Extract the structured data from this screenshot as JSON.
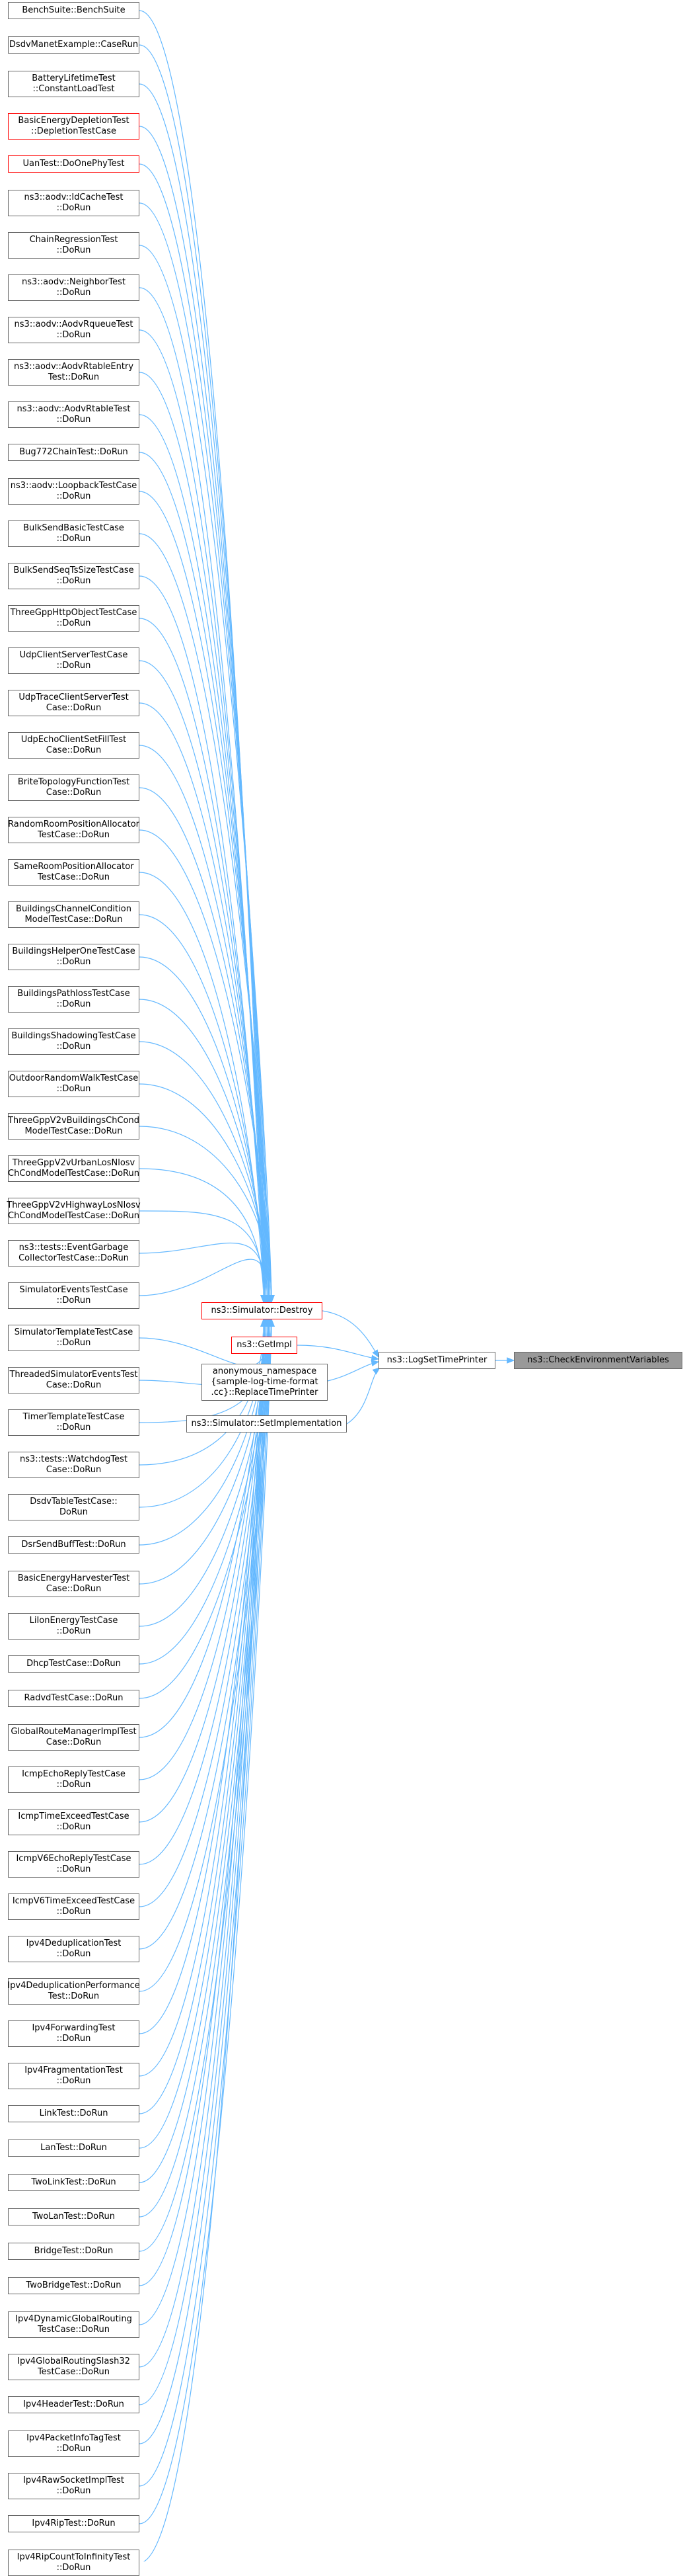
{
  "colors": {
    "edge": "#63b8ff",
    "node_border": "#666666",
    "highlight_border": "#ff0000",
    "root_fill": "#999999"
  },
  "callers": [
    {
      "label": "BenchSuite::BenchSuite",
      "red": false
    },
    {
      "label": "DsdvManetExample::CaseRun",
      "red": false
    },
    {
      "label": "BatteryLifetimeTest\n::ConstantLoadTest",
      "red": false
    },
    {
      "label": "BasicEnergyDepletionTest\n::DepletionTestCase",
      "red": true
    },
    {
      "label": "UanTest::DoOnePhyTest",
      "red": true
    },
    {
      "label": "ns3::aodv::IdCacheTest\n::DoRun",
      "red": false
    },
    {
      "label": "ChainRegressionTest\n::DoRun",
      "red": false
    },
    {
      "label": "ns3::aodv::NeighborTest\n::DoRun",
      "red": false
    },
    {
      "label": "ns3::aodv::AodvRqueueTest\n::DoRun",
      "red": false
    },
    {
      "label": "ns3::aodv::AodvRtableEntry\nTest::DoRun",
      "red": false
    },
    {
      "label": "ns3::aodv::AodvRtableTest\n::DoRun",
      "red": false
    },
    {
      "label": "Bug772ChainTest::DoRun",
      "red": false
    },
    {
      "label": "ns3::aodv::LoopbackTestCase\n::DoRun",
      "red": false
    },
    {
      "label": "BulkSendBasicTestCase\n::DoRun",
      "red": false
    },
    {
      "label": "BulkSendSeqTsSizeTestCase\n::DoRun",
      "red": false
    },
    {
      "label": "ThreeGppHttpObjectTestCase\n::DoRun",
      "red": false
    },
    {
      "label": "UdpClientServerTestCase\n::DoRun",
      "red": false
    },
    {
      "label": "UdpTraceClientServerTest\nCase::DoRun",
      "red": false
    },
    {
      "label": "UdpEchoClientSetFillTest\nCase::DoRun",
      "red": false
    },
    {
      "label": "BriteTopologyFunctionTest\nCase::DoRun",
      "red": false
    },
    {
      "label": "RandomRoomPositionAllocator\nTestCase::DoRun",
      "red": false
    },
    {
      "label": "SameRoomPositionAllocator\nTestCase::DoRun",
      "red": false
    },
    {
      "label": "BuildingsChannelCondition\nModelTestCase::DoRun",
      "red": false
    },
    {
      "label": "BuildingsHelperOneTestCase\n::DoRun",
      "red": false
    },
    {
      "label": "BuildingsPathlossTestCase\n::DoRun",
      "red": false
    },
    {
      "label": "BuildingsShadowingTestCase\n::DoRun",
      "red": false
    },
    {
      "label": "OutdoorRandomWalkTestCase\n::DoRun",
      "red": false
    },
    {
      "label": "ThreeGppV2vBuildingsChCond\nModelTestCase::DoRun",
      "red": false
    },
    {
      "label": "ThreeGppV2vUrbanLosNlosv\nChCondModelTestCase::DoRun",
      "red": false
    },
    {
      "label": "ThreeGppV2vHighwayLosNlosv\nChCondModelTestCase::DoRun",
      "red": false
    },
    {
      "label": "ns3::tests::EventGarbage\nCollectorTestCase::DoRun",
      "red": false
    },
    {
      "label": "SimulatorEventsTestCase\n::DoRun",
      "red": false
    },
    {
      "label": "SimulatorTemplateTestCase\n::DoRun",
      "red": false
    },
    {
      "label": "ThreadedSimulatorEventsTest\nCase::DoRun",
      "red": false
    },
    {
      "label": "TimerTemplateTestCase\n::DoRun",
      "red": false
    },
    {
      "label": "ns3::tests::WatchdogTest\nCase::DoRun",
      "red": false
    },
    {
      "label": "DsdvTableTestCase::\nDoRun",
      "red": false
    },
    {
      "label": "DsrSendBuffTest::DoRun",
      "red": false
    },
    {
      "label": "BasicEnergyHarvesterTest\nCase::DoRun",
      "red": false
    },
    {
      "label": "LiIonEnergyTestCase\n::DoRun",
      "red": false
    },
    {
      "label": "DhcpTestCase::DoRun",
      "red": false
    },
    {
      "label": "RadvdTestCase::DoRun",
      "red": false
    },
    {
      "label": "GlobalRouteManagerImplTest\nCase::DoRun",
      "red": false
    },
    {
      "label": "IcmpEchoReplyTestCase\n::DoRun",
      "red": false
    },
    {
      "label": "IcmpTimeExceedTestCase\n::DoRun",
      "red": false
    },
    {
      "label": "IcmpV6EchoReplyTestCase\n::DoRun",
      "red": false
    },
    {
      "label": "IcmpV6TimeExceedTestCase\n::DoRun",
      "red": false
    },
    {
      "label": "Ipv4DeduplicationTest\n::DoRun",
      "red": false
    },
    {
      "label": "Ipv4DeduplicationPerformance\nTest::DoRun",
      "red": false
    },
    {
      "label": "Ipv4ForwardingTest\n::DoRun",
      "red": false
    },
    {
      "label": "Ipv4FragmentationTest\n::DoRun",
      "red": false
    },
    {
      "label": "LinkTest::DoRun",
      "red": false
    },
    {
      "label": "LanTest::DoRun",
      "red": false
    },
    {
      "label": "TwoLinkTest::DoRun",
      "red": false
    },
    {
      "label": "TwoLanTest::DoRun",
      "red": false
    },
    {
      "label": "BridgeTest::DoRun",
      "red": false
    },
    {
      "label": "TwoBridgeTest::DoRun",
      "red": false
    },
    {
      "label": "Ipv4DynamicGlobalRouting\nTestCase::DoRun",
      "red": false
    },
    {
      "label": "Ipv4GlobalRoutingSlash32\nTestCase::DoRun",
      "red": false
    },
    {
      "label": "Ipv4HeaderTest::DoRun",
      "red": false
    },
    {
      "label": "Ipv4PacketInfoTagTest\n::DoRun",
      "red": false
    },
    {
      "label": "Ipv4RawSocketImplTest\n::DoRun",
      "red": false
    },
    {
      "label": "Ipv4RipTest::DoRun",
      "red": false
    },
    {
      "label": "Ipv4RipCountToInfinityTest\n::DoRun",
      "red": false
    }
  ],
  "middle": {
    "destroy": "ns3::Simulator::Destroy",
    "getimpl": "ns3::GetImpl",
    "replace": "anonymous_namespace\n{sample-log-time-format\n.cc}::ReplaceTimePrinter",
    "setimpl": "ns3::Simulator::SetImplementation",
    "logset": "ns3::LogSetTimePrinter",
    "root": "ns3::CheckEnvironmentVariables"
  }
}
